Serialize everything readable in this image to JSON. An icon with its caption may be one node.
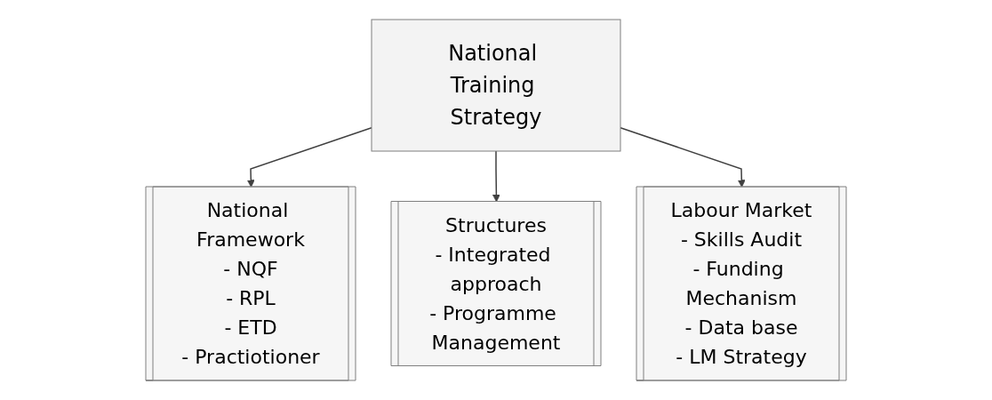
{
  "diagram": {
    "nodes": [
      {
        "text": [
          "National Training Strategy"
        ]
      },
      {
        "text": [
          "National Framework",
          "- NQF",
          "- RPL",
          "- ETD",
          "- Practiotioner"
        ]
      },
      {
        "text": [
          "Structures",
          "- Integrated approach",
          "- Programme Management"
        ]
      },
      {
        "text": [
          "Labour Market",
          "- Skills Audit",
          "- Funding Mechanism",
          "- Data base",
          "- LM Strategy"
        ]
      }
    ],
    "edges": [
      {
        "from": 0,
        "to": 1,
        "arrow": "to"
      },
      {
        "from": 0,
        "to": 2,
        "arrow": "to"
      },
      {
        "from": 0,
        "to": 3,
        "arrow": "to"
      }
    ]
  }
}
